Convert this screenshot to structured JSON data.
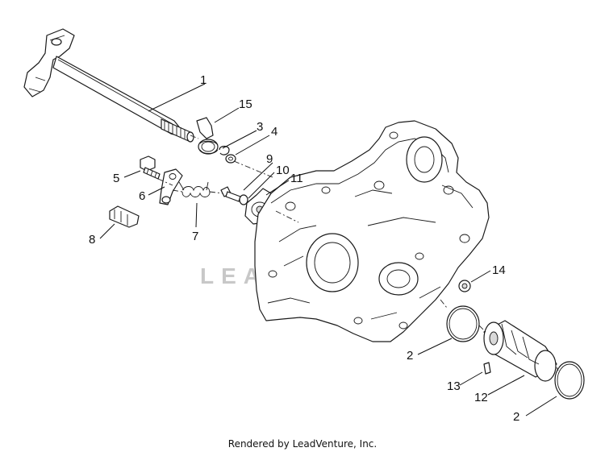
{
  "watermark": "LEADVENTURE",
  "footer": "Rendered by LeadVenture, Inc.",
  "callouts": {
    "c1": "1",
    "c15": "15",
    "c3": "3",
    "c4": "4",
    "c5": "5",
    "c6": "6",
    "c9": "9",
    "c10": "10",
    "c11": "11",
    "c7": "7",
    "c8": "8",
    "c14": "14",
    "c2a": "2",
    "c13": "13",
    "c12": "12",
    "c2b": "2"
  }
}
